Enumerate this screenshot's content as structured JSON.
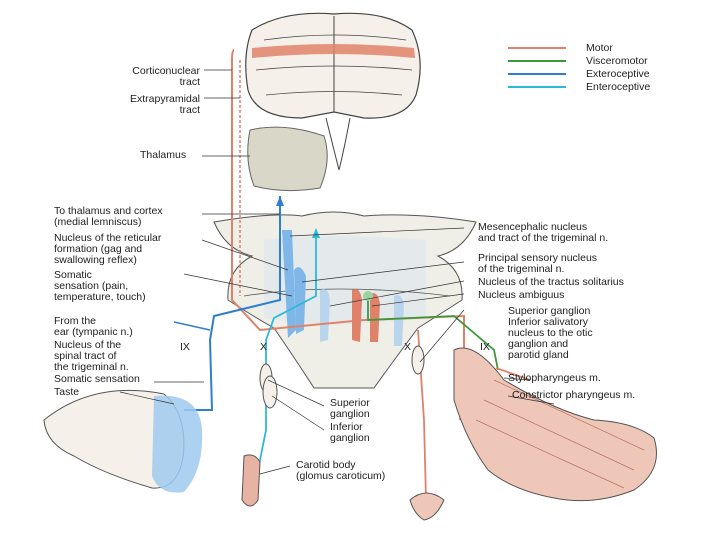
{
  "legend": {
    "items": [
      {
        "label": "Motor",
        "color": "#e0826a"
      },
      {
        "label": "Visceromotor",
        "color": "#3a9a3a"
      },
      {
        "label": "Exteroceptive",
        "color": "#2f7fd0"
      },
      {
        "label": "Enteroceptive",
        "color": "#2eb8d8"
      }
    ]
  },
  "labels": {
    "corticonuclear": [
      "Corticonuclear",
      "tract"
    ],
    "extrapyramidal": [
      "Extrapyramidal",
      "tract"
    ],
    "thalamus": "Thalamus",
    "to_thalamus": [
      "To thalamus and cortex",
      "(medial lemniscus)"
    ],
    "reticular": [
      "Nucleus of the reticular",
      "formation (gag and",
      "swallowing reflex)"
    ],
    "somatic": [
      "Somatic",
      "sensation (pain,",
      "temperature, touch)"
    ],
    "from_ear": [
      "From the",
      "ear (tympanic n.)"
    ],
    "spinal_tract": [
      "Nucleus of the",
      "spinal tract of",
      "the trigeminal n."
    ],
    "somatic_sensation": "Somatic sensation",
    "taste": "Taste",
    "mesencephalic": [
      "Mesencephalic nucleus",
      "and tract of the trigeminal n."
    ],
    "principal": [
      "Principal sensory nucleus",
      "of the trigeminal n."
    ],
    "solitarius": "Nucleus of the tractus solitarius",
    "ambiguus": "Nucleus ambiguus",
    "superior_ganglion_r": [
      "Superior ganglion",
      "Inferior salivatory",
      "nucleus to the otic",
      "ganglion and",
      "parotid gland"
    ],
    "stylopharyngeus": "Stylopharyngeus m.",
    "constrictor": "Constrictor pharyngeus m.",
    "superior_ganglion": [
      "Superior",
      "ganglion"
    ],
    "inferior_ganglion": [
      "Inferior",
      "ganglion"
    ],
    "carotid_body": [
      "Carotid body",
      "(glomus caroticum)"
    ],
    "ix_left": "IX",
    "ix_right": "IX",
    "x_left": "X",
    "x_right": "X"
  }
}
